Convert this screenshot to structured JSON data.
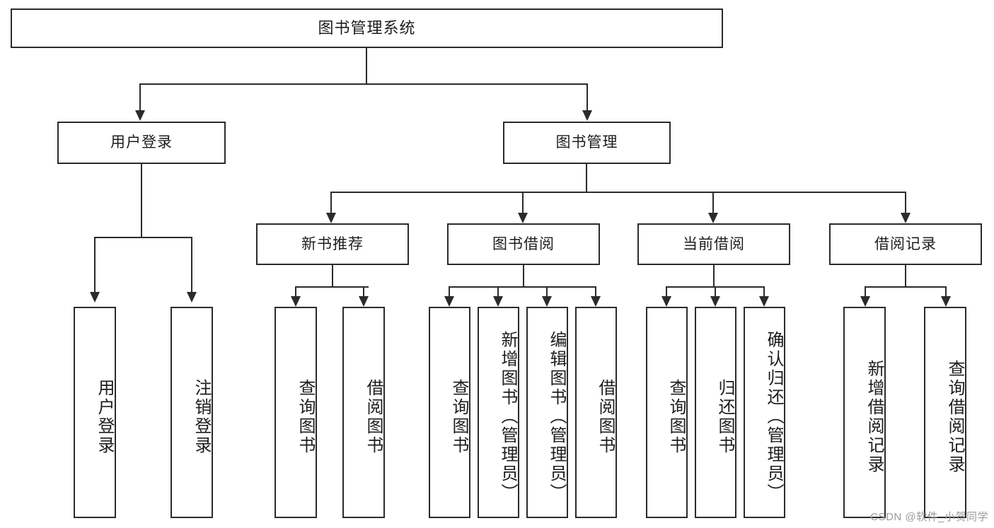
{
  "page": {
    "title": "图书管理系统",
    "watermark": "CSDN @软件_小贺同学",
    "background_color": "#ffffff",
    "line_color": "#2b2b2b",
    "text_color": "#1d1d1d"
  },
  "chart_data": {
    "type": "diagram",
    "subtype": "tree",
    "title": "图书管理系统",
    "orientation": "top-down",
    "levels": 4,
    "nodes": [
      {
        "id": "root",
        "label": "图书管理系统",
        "level": 0,
        "parent": null,
        "text_orientation": "horizontal"
      },
      {
        "id": "login",
        "label": "用户登录",
        "level": 1,
        "parent": "root",
        "text_orientation": "horizontal"
      },
      {
        "id": "bookmgmt",
        "label": "图书管理",
        "level": 1,
        "parent": "root",
        "text_orientation": "horizontal"
      },
      {
        "id": "newbook",
        "label": "新书推荐",
        "level": 2,
        "parent": "bookmgmt",
        "text_orientation": "horizontal"
      },
      {
        "id": "borrow",
        "label": "图书借阅",
        "level": 2,
        "parent": "bookmgmt",
        "text_orientation": "horizontal"
      },
      {
        "id": "current",
        "label": "当前借阅",
        "level": 2,
        "parent": "bookmgmt",
        "text_orientation": "horizontal"
      },
      {
        "id": "records",
        "label": "借阅记录",
        "level": 2,
        "parent": "bookmgmt",
        "text_orientation": "horizontal"
      },
      {
        "id": "leaf_user_login",
        "label": "用户登录",
        "level": 3,
        "parent": "login",
        "text_orientation": "vertical"
      },
      {
        "id": "leaf_logout",
        "label": "注销登录",
        "level": 3,
        "parent": "login",
        "text_orientation": "vertical"
      },
      {
        "id": "leaf_query_book_1",
        "label": "查询图书",
        "level": 3,
        "parent": "newbook",
        "text_orientation": "vertical"
      },
      {
        "id": "leaf_borrow_book_1",
        "label": "借阅图书",
        "level": 3,
        "parent": "newbook",
        "text_orientation": "vertical"
      },
      {
        "id": "leaf_query_book_2",
        "label": "查询图书",
        "level": 3,
        "parent": "borrow",
        "text_orientation": "vertical"
      },
      {
        "id": "leaf_add_book",
        "label": "新增图书（管理员）",
        "level": 3,
        "parent": "borrow",
        "text_orientation": "vertical"
      },
      {
        "id": "leaf_edit_book",
        "label": "编辑图书（管理员）",
        "level": 3,
        "parent": "borrow",
        "text_orientation": "vertical"
      },
      {
        "id": "leaf_borrow_book_2",
        "label": "借阅图书",
        "level": 3,
        "parent": "borrow",
        "text_orientation": "vertical"
      },
      {
        "id": "leaf_query_book_3",
        "label": "查询图书",
        "level": 3,
        "parent": "current",
        "text_orientation": "vertical"
      },
      {
        "id": "leaf_return_book",
        "label": "归还图书",
        "level": 3,
        "parent": "current",
        "text_orientation": "vertical"
      },
      {
        "id": "leaf_confirm_return",
        "label": "确认归还（管理员）",
        "level": 3,
        "parent": "current",
        "text_orientation": "vertical"
      },
      {
        "id": "leaf_add_record",
        "label": "新增借阅记录",
        "level": 3,
        "parent": "records",
        "text_orientation": "vertical"
      },
      {
        "id": "leaf_query_record",
        "label": "查询借阅记录",
        "level": 3,
        "parent": "records",
        "text_orientation": "vertical"
      }
    ],
    "edges": [
      {
        "from": "root",
        "to": "login"
      },
      {
        "from": "root",
        "to": "bookmgmt"
      },
      {
        "from": "bookmgmt",
        "to": "newbook"
      },
      {
        "from": "bookmgmt",
        "to": "borrow"
      },
      {
        "from": "bookmgmt",
        "to": "current"
      },
      {
        "from": "bookmgmt",
        "to": "records"
      },
      {
        "from": "login",
        "to": "leaf_user_login"
      },
      {
        "from": "login",
        "to": "leaf_logout"
      },
      {
        "from": "newbook",
        "to": "leaf_query_book_1"
      },
      {
        "from": "newbook",
        "to": "leaf_borrow_book_1"
      },
      {
        "from": "borrow",
        "to": "leaf_query_book_2"
      },
      {
        "from": "borrow",
        "to": "leaf_add_book"
      },
      {
        "from": "borrow",
        "to": "leaf_edit_book"
      },
      {
        "from": "borrow",
        "to": "leaf_borrow_book_2"
      },
      {
        "from": "current",
        "to": "leaf_query_book_3"
      },
      {
        "from": "current",
        "to": "leaf_return_book"
      },
      {
        "from": "current",
        "to": "leaf_confirm_return"
      },
      {
        "from": "records",
        "to": "leaf_add_record"
      },
      {
        "from": "records",
        "to": "leaf_query_record"
      }
    ]
  },
  "nodes": {
    "root": "图书管理系统",
    "login": "用户登录",
    "bookmgmt": "图书管理",
    "newbook": "新书推荐",
    "borrow": "图书借阅",
    "current": "当前借阅",
    "records": "借阅记录",
    "leaf_user_login": "用户登录",
    "leaf_logout": "注销登录",
    "leaf_query_book_1": "查询图书",
    "leaf_borrow_book_1": "借阅图书",
    "leaf_query_book_2": "查询图书",
    "leaf_add_book": "新增图书（管理员）",
    "leaf_edit_book": "编辑图书（管理员）",
    "leaf_borrow_book_2": "借阅图书",
    "leaf_query_book_3": "查询图书",
    "leaf_return_book": "归还图书",
    "leaf_confirm_return": "确认归还（管理员）",
    "leaf_add_record": "新增借阅记录",
    "leaf_query_record": "查询借阅记录"
  }
}
